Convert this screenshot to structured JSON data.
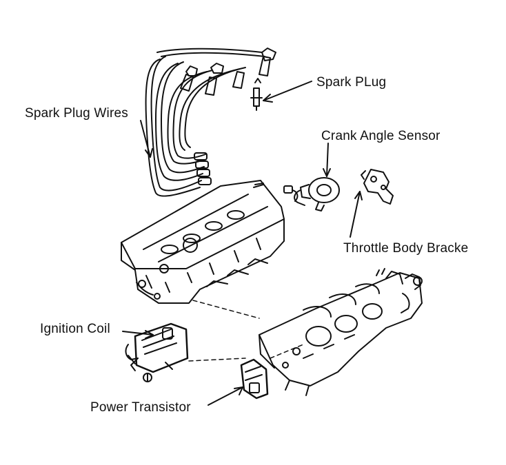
{
  "labels": {
    "spark_plug": "Spark PLug",
    "spark_plug_wires": "Spark Plug Wires",
    "crank_angle_sensor": "Crank Angle Sensor",
    "throttle_body_bracket": "Throttle Body Bracke",
    "ignition_coil": "Ignition Coil",
    "power_transistor": "Power Transistor"
  },
  "colors": {
    "ink": "#111111",
    "paper": "#ffffff"
  }
}
